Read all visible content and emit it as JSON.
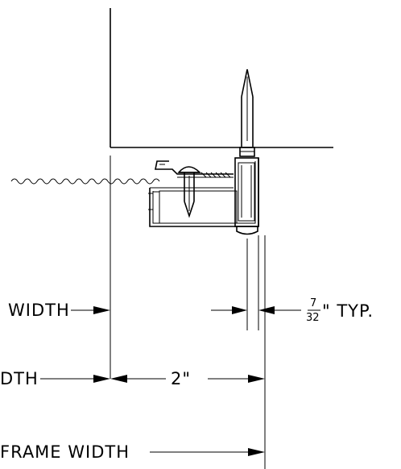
{
  "labels": {
    "width_partial": "WIDTH",
    "width_partial_2": "DTH",
    "frame_width": "FRAME WIDTH",
    "dim_2in": "2\"",
    "frac_num": "7",
    "frac_den": "32",
    "typ_suffix": "\" TYP."
  }
}
